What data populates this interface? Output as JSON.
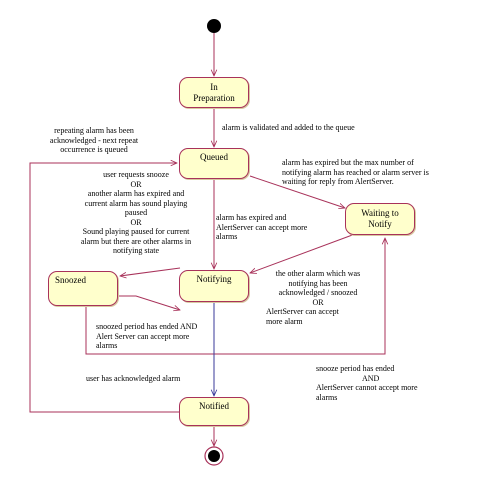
{
  "states": {
    "in_preparation": {
      "line1": "In",
      "line2": "Preparation"
    },
    "queued": {
      "label": "Queued"
    },
    "waiting_to_notify": {
      "line1": "Waiting to",
      "line2": "Notify"
    },
    "snoozed": {
      "label": "Snoozed"
    },
    "notifying": {
      "label": "Notifying"
    },
    "notified": {
      "label": "Notified"
    }
  },
  "transitions": {
    "validated": "alarm  is validated and added to the queue",
    "repeating": [
      "repeating alarm has been",
      "acknowledged - next repeat",
      "occurrence is queued"
    ],
    "expired_max": [
      "alarm has expired but the max number of",
      "notifying alarm has reached or alarm  server is",
      "waiting for reply from AlertServer."
    ],
    "snooze_request": [
      "user requests snooze",
      "OR",
      "another alarm has expired and",
      "current alarm has sound playing",
      "paused",
      "OR",
      "Sound playing paused for current",
      "alarm but there are other alarms in",
      "notifying state"
    ],
    "expired_accept": [
      "alarm has expired and",
      "AlertServer can accept more",
      "alarms"
    ],
    "other_ack": [
      "the other alarm which was",
      "notifying has been",
      "acknowledged / snoozed",
      "OR",
      "AlertServer can accept",
      "more alarm"
    ],
    "snooze_ended_accept": [
      "snoozed period has ended AND",
      "Alert Server can accept more",
      "alarms"
    ],
    "user_ack": "user has acknowledged alarm",
    "snooze_ended_cannot": [
      "snooze period has ended",
      "AND",
      "AlertServer cannot accept more",
      "alarms"
    ]
  },
  "colors": {
    "line": "#a8325a",
    "fill": "#ffffcc",
    "ack_line": "#3a3a9a"
  }
}
